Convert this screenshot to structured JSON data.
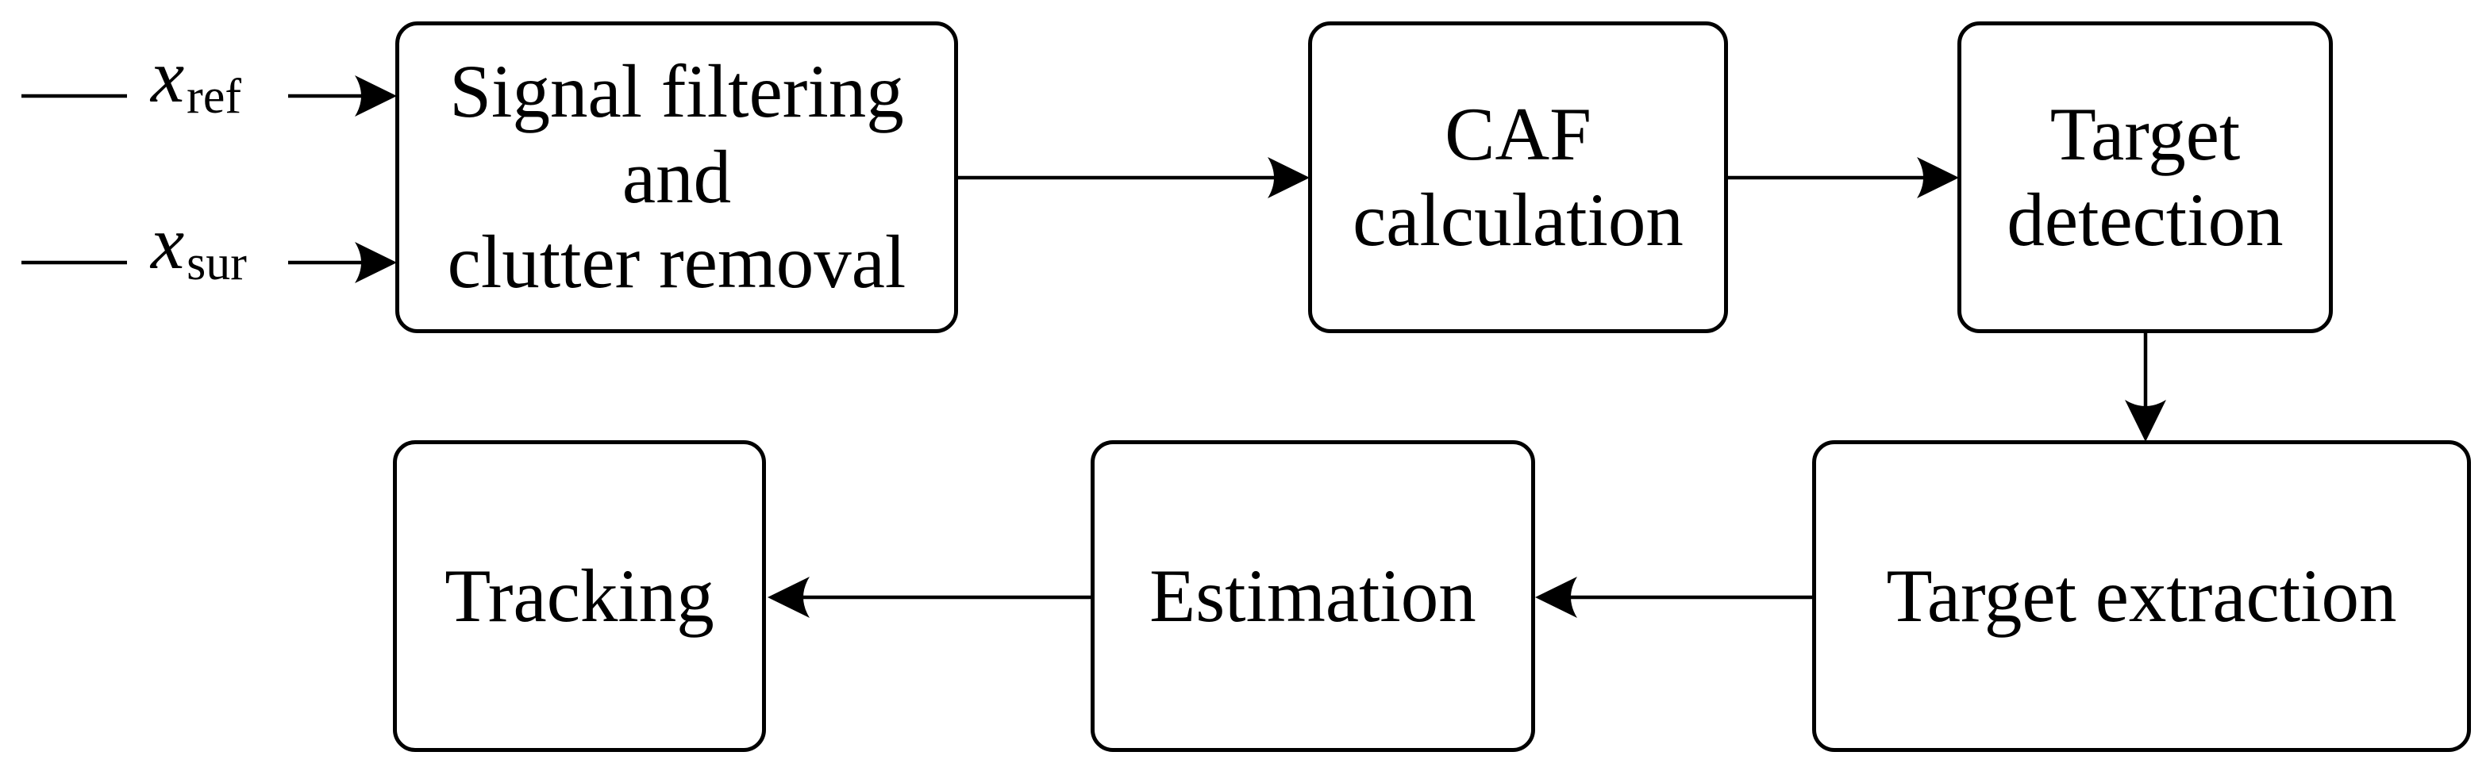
{
  "figure": {
    "background_color": "#ffffff",
    "line_color": "#000000",
    "inputs": [
      {
        "name": "reference-signal",
        "var": "x",
        "sub": "ref"
      },
      {
        "name": "surveillance-signal",
        "var": "x",
        "sub": "sur"
      }
    ],
    "blocks": [
      {
        "id": "signal-filtering",
        "lines": [
          "Signal filtering",
          "and",
          "clutter removal"
        ]
      },
      {
        "id": "caf-calculation",
        "lines": [
          "CAF",
          "calculation"
        ]
      },
      {
        "id": "target-detection",
        "lines": [
          "Target",
          "detection"
        ]
      },
      {
        "id": "target-extraction",
        "lines": [
          "Target extraction"
        ]
      },
      {
        "id": "estimation",
        "lines": [
          "Estimation"
        ]
      },
      {
        "id": "tracking",
        "lines": [
          "Tracking"
        ]
      }
    ],
    "connections": [
      {
        "from": "x_ref",
        "to": "signal-filtering"
      },
      {
        "from": "x_sur",
        "to": "signal-filtering"
      },
      {
        "from": "signal-filtering",
        "to": "caf-calculation"
      },
      {
        "from": "caf-calculation",
        "to": "target-detection"
      },
      {
        "from": "target-detection",
        "to": "target-extraction"
      },
      {
        "from": "target-extraction",
        "to": "estimation"
      },
      {
        "from": "estimation",
        "to": "tracking"
      }
    ]
  }
}
